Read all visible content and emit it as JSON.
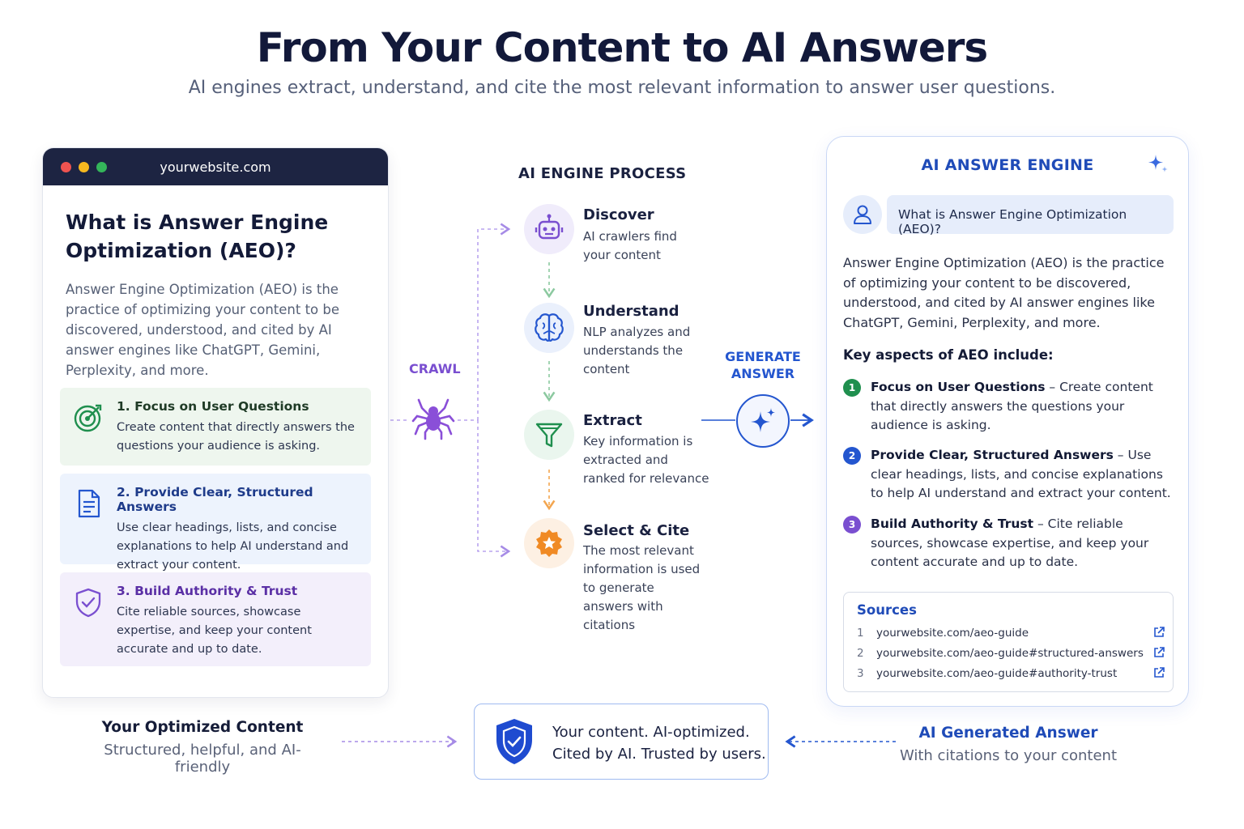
{
  "header": {
    "title": "From Your Content to AI Answers",
    "subtitle": "AI engines extract, understand, and cite the most relevant information to answer user questions."
  },
  "browser": {
    "url": "yourwebsite.com",
    "heading": "What is Answer Engine Optimization (AEO)?",
    "intro": "Answer Engine Optimization (AEO) is the practice of optimizing your content to be discovered, understood, and cited by AI answer engines like ChatGPT, Gemini, Perplexity, and more.",
    "features": [
      {
        "title": "1. Focus on User Questions",
        "desc": "Create content that directly answers the questions your audience is asking.",
        "icon": "target-icon"
      },
      {
        "title": "2. Provide Clear, Structured Answers",
        "desc": "Use clear headings, lists, and concise explanations to help AI understand and extract your content.",
        "icon": "document-icon"
      },
      {
        "title": "3. Build Authority & Trust",
        "desc": "Cite reliable sources, showcase expertise, and keep your content accurate and up to date.",
        "icon": "shield-check-icon"
      }
    ]
  },
  "process": {
    "title": "AI ENGINE PROCESS",
    "crawl_label": "CRAWL",
    "generate_label": "GENERATE ANSWER",
    "steps": [
      {
        "title": "Discover",
        "desc": "AI crawlers find your content",
        "icon": "robot-icon"
      },
      {
        "title": "Understand",
        "desc": "NLP analyzes and understands the content",
        "icon": "brain-icon"
      },
      {
        "title": "Extract",
        "desc": "Key information is extracted and ranked for relevance",
        "icon": "funnel-icon"
      },
      {
        "title": "Select & Cite",
        "desc": "The most relevant information is used to generate answers with citations",
        "icon": "star-badge-icon"
      }
    ]
  },
  "engine": {
    "title": "AI ANSWER ENGINE",
    "question": "What is Answer Engine Optimization (AEO)?",
    "answer": "Answer Engine Optimization (AEO) is the practice of optimizing your content to be discovered, understood, and cited by AI answer engines like ChatGPT, Gemini, Perplexity, and more.",
    "key_title": "Key aspects of AEO include:",
    "aspects": [
      {
        "num": "1",
        "bold": "Focus on User Questions",
        "text": " – Create content that directly answers the questions your audience is asking."
      },
      {
        "num": "2",
        "bold": "Provide Clear, Structured Answers",
        "text": " – Use clear headings, lists, and concise explanations to help AI understand and extract your content."
      },
      {
        "num": "3",
        "bold": "Build Authority & Trust",
        "text": " – Cite reliable sources, showcase expertise, and keep your content accurate and up to date."
      }
    ],
    "sources_title": "Sources",
    "sources": [
      {
        "n": "1",
        "url": "yourwebsite.com/aeo-guide"
      },
      {
        "n": "2",
        "url": "yourwebsite.com/aeo-guide#structured-answers"
      },
      {
        "n": "3",
        "url": "yourwebsite.com/aeo-guide#authority-trust"
      }
    ]
  },
  "bottom": {
    "left_title": "Your Optimized Content",
    "left_sub": "Structured, helpful, and AI-friendly",
    "center_line1": "Your content. AI-optimized.",
    "center_line2": "Cited by AI. Trusted by users.",
    "right_title": "AI Generated Answer",
    "right_sub": "With citations to your content"
  },
  "colors": {
    "navy": "#12193a",
    "accent_blue": "#2456cf",
    "purple": "#7a4fd0",
    "green": "#1f8f4e",
    "orange": "#f08a24"
  }
}
